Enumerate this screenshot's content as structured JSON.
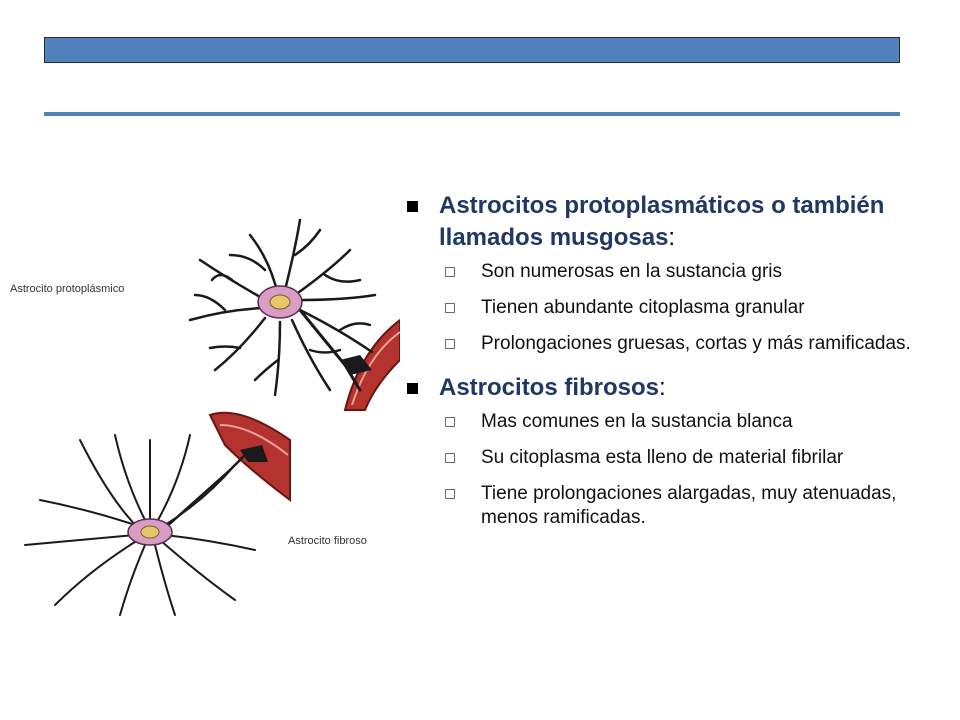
{
  "figure": {
    "label_top": "Astrocito protoplásmico",
    "label_bottom": "Astrocito fibroso"
  },
  "bullets": [
    {
      "heading": "Astrocitos protoplasmáticos o también llamados musgosas",
      "colon": ":",
      "items": [
        "Son numerosas en la sustancia gris",
        "Tienen abundante citoplasma granular",
        "Prolongaciones gruesas, cortas y más ramificadas."
      ]
    },
    {
      "heading": "Astrocitos fibrosos",
      "colon": ":",
      "items": [
        "Mas comunes en la sustancia blanca",
        "Su citoplasma esta lleno de material fibrilar",
        "Tiene prolongaciones alargadas, muy atenuadas, menos ramificadas."
      ]
    }
  ],
  "colors": {
    "accent": "#4f81bd",
    "heading": "#1f3864",
    "vessel": "#b5332e",
    "cell_body": "#d99cc4"
  }
}
